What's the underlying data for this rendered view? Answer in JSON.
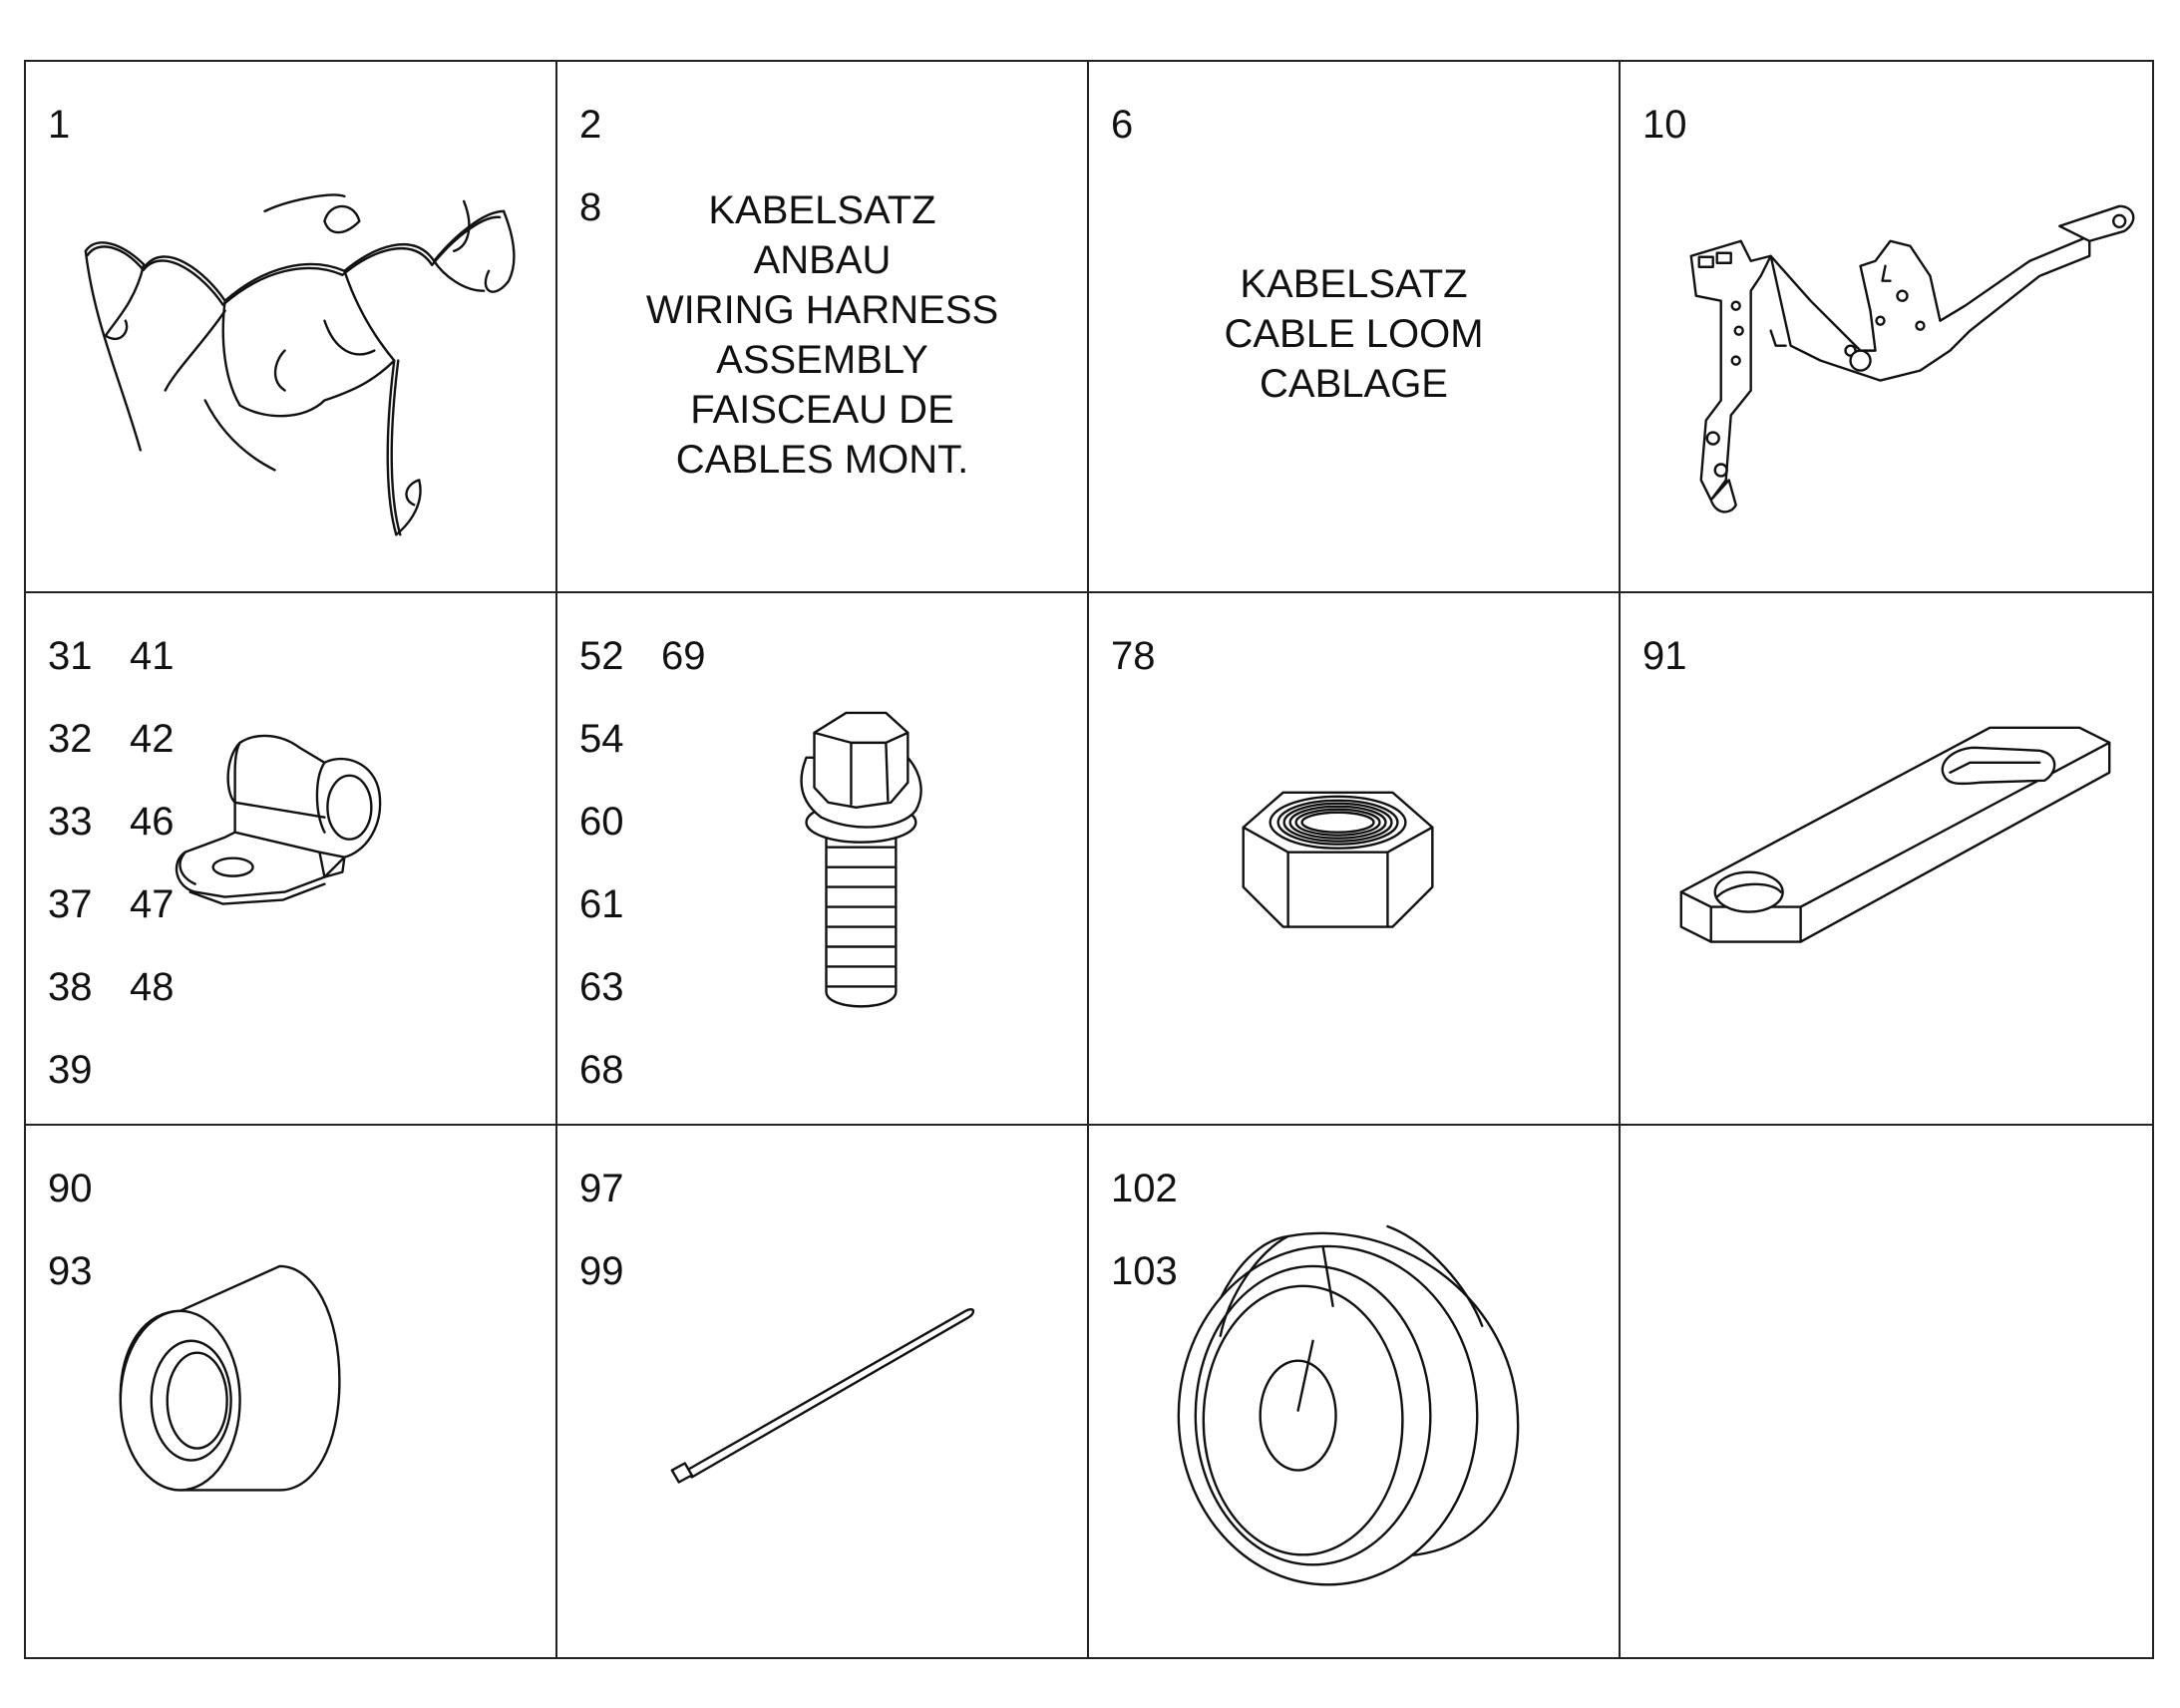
{
  "cells": [
    {
      "numbers": [
        "1"
      ],
      "icon": "wiring-harness"
    },
    {
      "numbers": [
        "2",
        "8"
      ],
      "caption": [
        "KABELSATZ",
        "ANBAU",
        "WIRING HARNESS",
        "ASSEMBLY",
        "FAISCEAU DE",
        "CABLES MONT."
      ]
    },
    {
      "numbers": [
        "6"
      ],
      "caption": [
        "KABELSATZ",
        "CABLE LOOM",
        "CABLAGE"
      ]
    },
    {
      "numbers": [
        "10"
      ],
      "icon": "mounting-bracket"
    },
    {
      "numbers": [
        "31",
        "41",
        "32",
        "42",
        "33",
        "46",
        "37",
        "47",
        "38",
        "48",
        "39"
      ],
      "icon": "cable-clamp"
    },
    {
      "numbers": [
        "52",
        "69",
        "54",
        "60",
        "61",
        "63",
        "68"
      ],
      "icon": "flange-bolt"
    },
    {
      "numbers": [
        "78"
      ],
      "icon": "hex-nut"
    },
    {
      "numbers": [
        "91"
      ],
      "icon": "slotted-plate"
    },
    {
      "numbers": [
        "90",
        "93"
      ],
      "icon": "spacer-sleeve"
    },
    {
      "numbers": [
        "97",
        "99"
      ],
      "icon": "cable-tie"
    },
    {
      "numbers": [
        "102",
        "103"
      ],
      "icon": "rubber-grommet"
    },
    {
      "numbers": [],
      "icon": "empty"
    }
  ]
}
